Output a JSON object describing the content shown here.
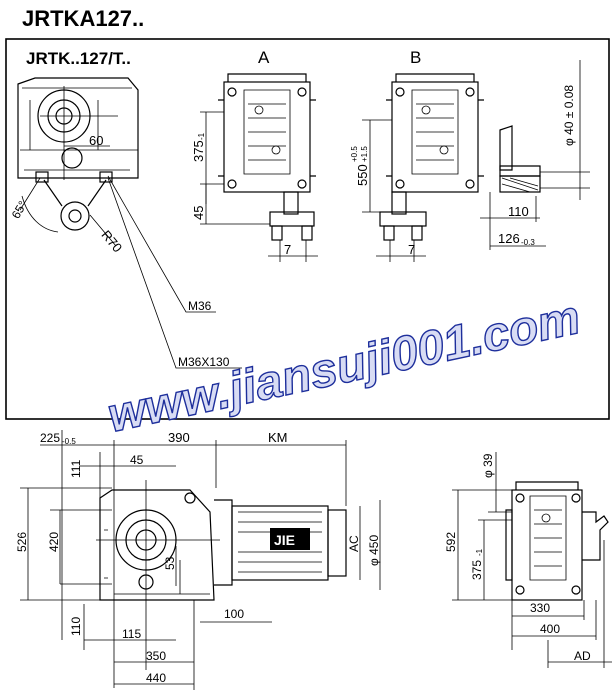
{
  "header": {
    "title": "JRTKA127.."
  },
  "top_panel": {
    "subtitle": "JRTK..127/T..",
    "view_a_label": "A",
    "view_b_label": "B",
    "dims": {
      "d60": "60",
      "angle65": "65°",
      "r70": "R70",
      "m36": "M36",
      "m36x130": "M36X130",
      "d375": "375",
      "d375_tol": "-1",
      "d45": "45",
      "d7a": "7",
      "d550": "550",
      "d550_tol_up": "+0.5",
      "d550_tol_dn": "+1.5",
      "d7b": "7",
      "phi40": "φ 40 ± 0.08",
      "d110": "110",
      "d126": "126",
      "d126_tol": "-0.3"
    }
  },
  "watermark": {
    "text": "www.jiansuji001.com"
  },
  "bottom_views": {
    "d225": "225",
    "d225_tol": "-0.5",
    "d390": "390",
    "km": "KM",
    "d111": "111",
    "d45": "45",
    "d526": "526",
    "d420": "420",
    "d53": "53",
    "d110": "110",
    "d115": "115",
    "d100": "100",
    "d350": "350",
    "d440": "440",
    "ac": "AC",
    "phi450": "φ 450",
    "motor_brand": "JIE",
    "phi39": "φ 39",
    "d592": "592",
    "d375": "375",
    "d375_tol": "-1",
    "d330": "330",
    "d400": "400",
    "ad": "AD"
  }
}
